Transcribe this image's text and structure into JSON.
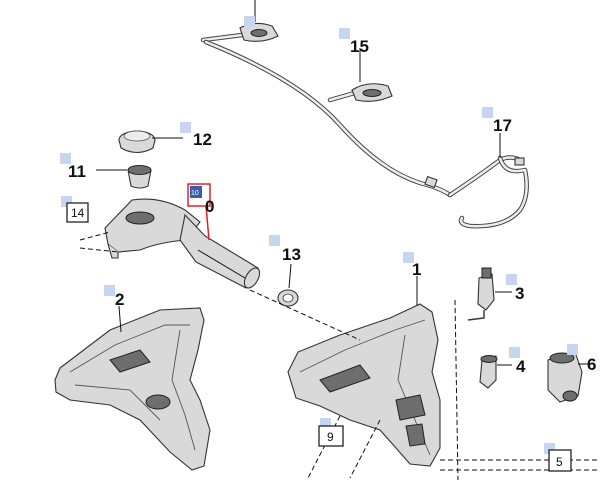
{
  "colors": {
    "marker": "#c7d5ee",
    "highlight": "#e0202a",
    "highlight_fill": "#3a5fa8"
  },
  "callouts": {
    "c1": "1",
    "c2": "2",
    "c3": "3",
    "c4": "4",
    "c5": "5",
    "c6": "6",
    "c9": "9",
    "c10": "10",
    "c10b": "0",
    "c11": "11",
    "c12": "12",
    "c13": "13",
    "c14": "14",
    "c15": "15",
    "c17": "17"
  }
}
